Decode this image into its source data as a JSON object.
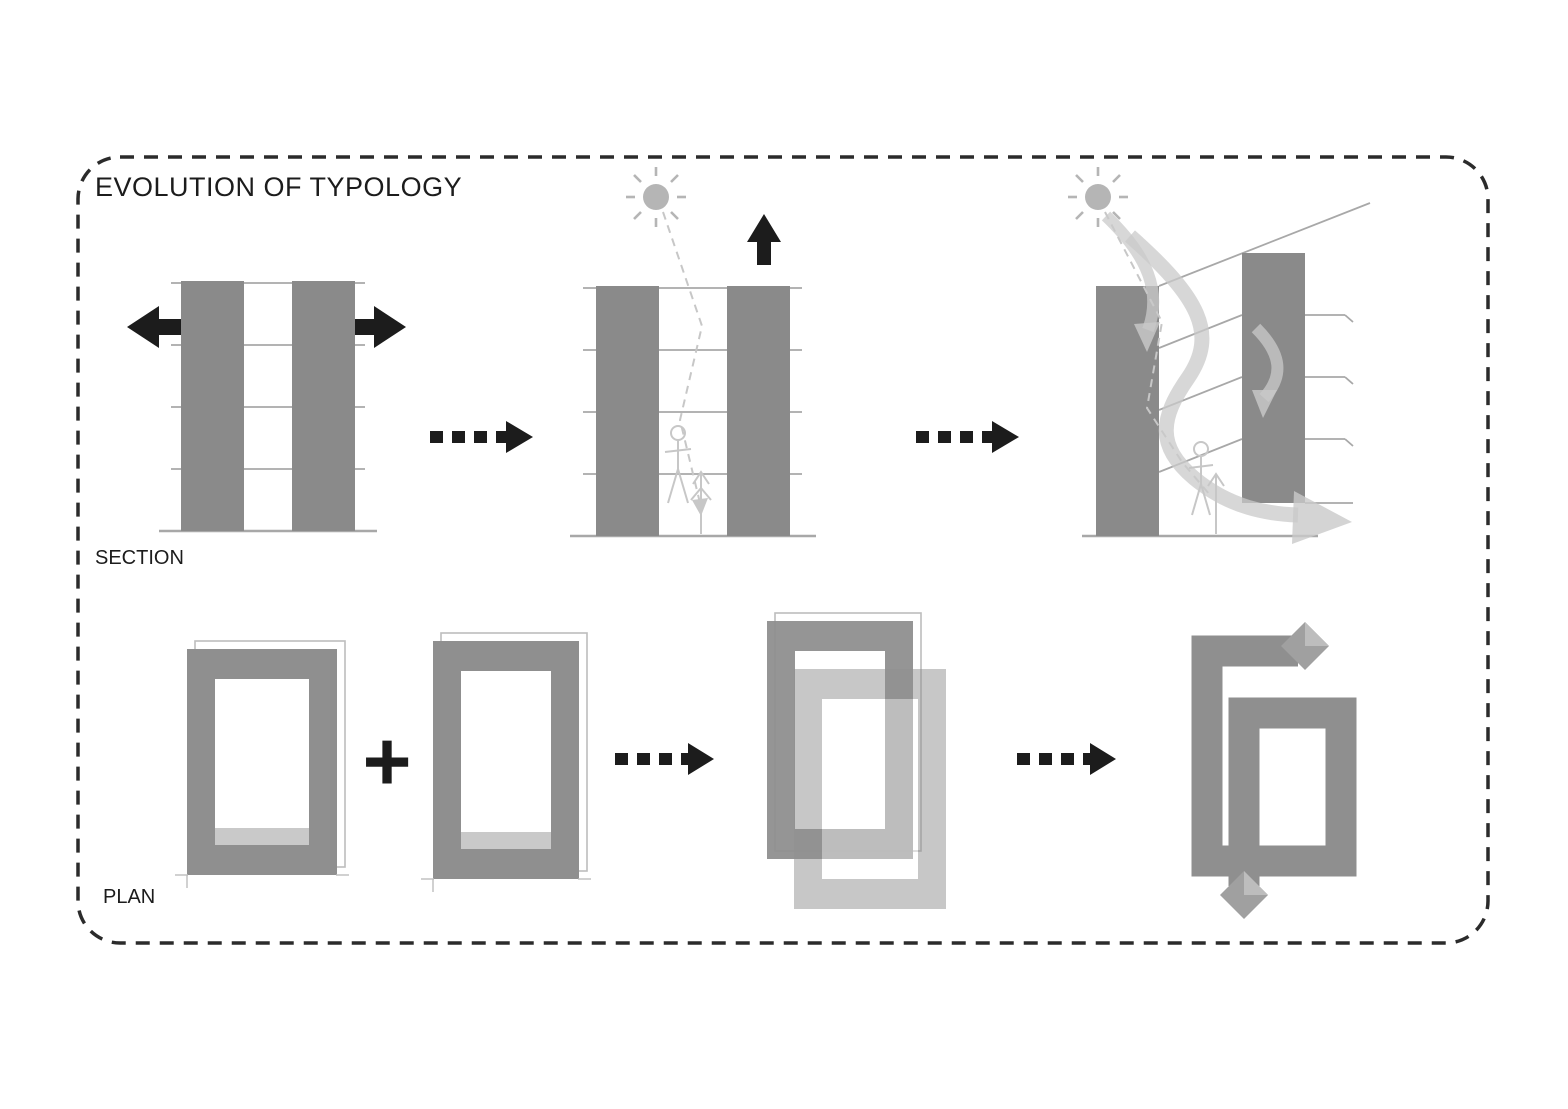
{
  "title": "EVOLUTION OF TYPOLOGY",
  "labels": {
    "section": "SECTION",
    "plan": "PLAN"
  },
  "operators": {
    "plus": "+"
  },
  "icons": {
    "sun": "sun-icon",
    "expand_left": "expand-left-arrow-icon",
    "expand_right": "expand-right-arrow-icon",
    "stack_up": "up-arrow-icon",
    "step_arrow": "dashed-step-arrow-icon",
    "airflow": "airflow-swoosh-icon",
    "entry_diamond": "entry-diamond-icon",
    "human": "human-figure-sketch"
  },
  "colors": {
    "background": "#ffffff",
    "ink": "#1c1c1c",
    "border": "#2b2b2b",
    "slab": "#8a8a8a",
    "ring": "#8f8f8f",
    "thin_line": "#a8a8a8",
    "sun": "#b5b5b5",
    "sketch": "#c7c7c7",
    "airflow": "#c9c9c9",
    "court_floor": "#c9c9c9",
    "offset_line": "#bdbdbd",
    "diamond": "#a0a0a0",
    "diamond_light": "#bdbdbd"
  }
}
